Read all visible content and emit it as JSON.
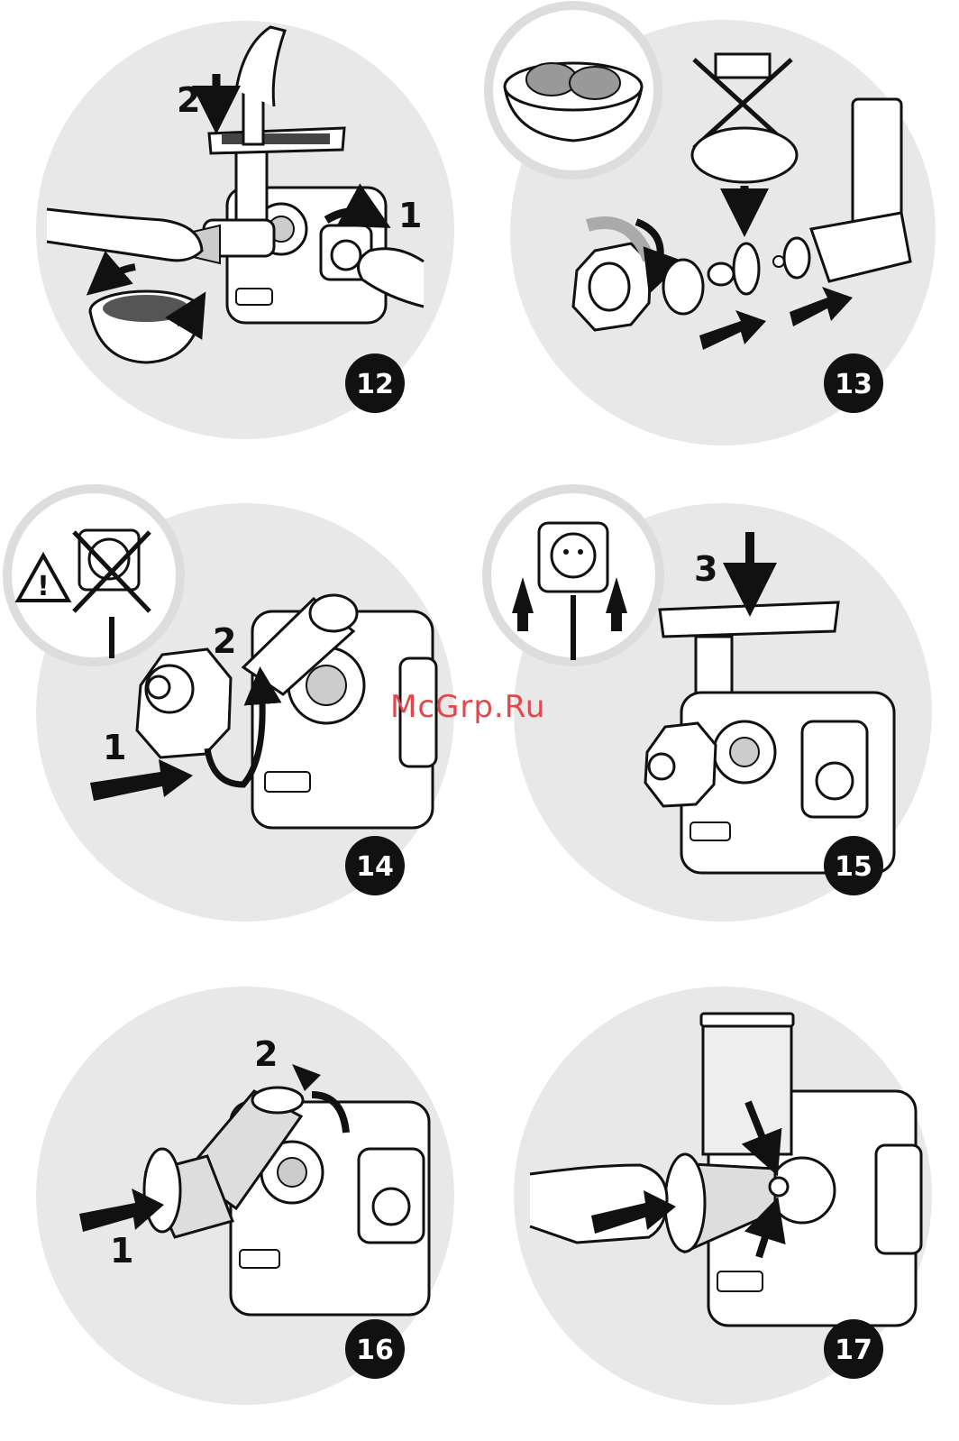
{
  "steps": [
    {
      "number": "12",
      "callouts": [
        "2",
        "1"
      ]
    },
    {
      "number": "13",
      "callouts": []
    },
    {
      "number": "14",
      "callouts": [
        "2",
        "1"
      ]
    },
    {
      "number": "15",
      "callouts": [
        "3"
      ]
    },
    {
      "number": "16",
      "callouts": [
        "2",
        "1"
      ]
    },
    {
      "number": "17",
      "callouts": []
    }
  ],
  "watermark": "McGrp.Ru",
  "colors": {
    "panel": "#e8e8e8",
    "inset": "#e6e6e6",
    "ink": "#111111",
    "badge": "#111111",
    "watermark": "#e0484c"
  }
}
